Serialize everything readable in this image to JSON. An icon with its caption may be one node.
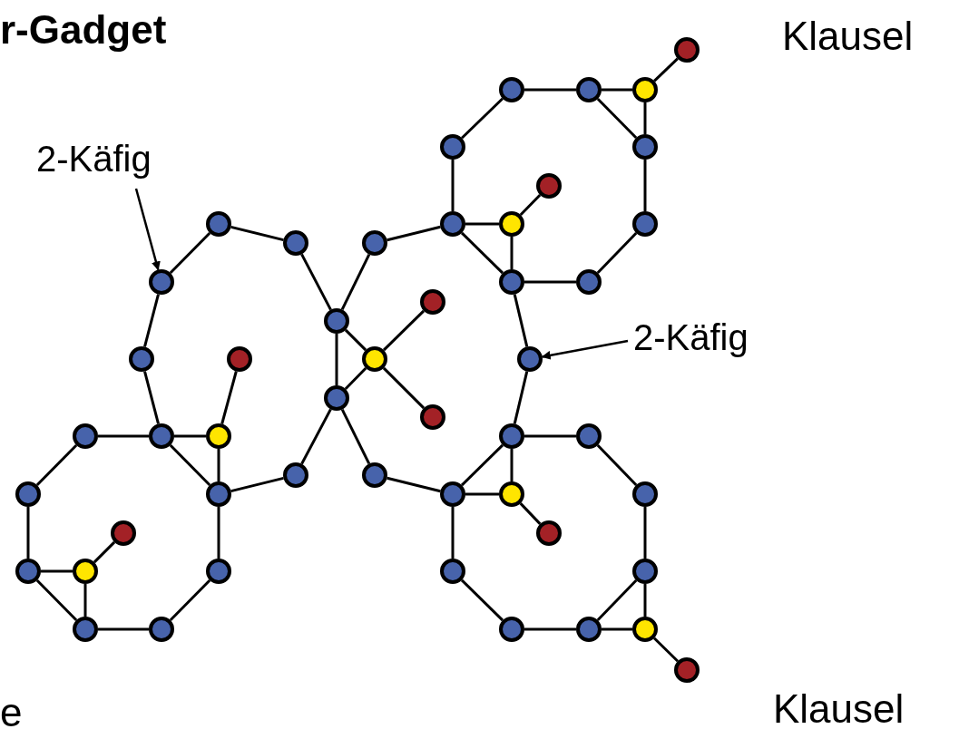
{
  "diagram": {
    "title": "r-Gadget",
    "nodes": [
      {
        "text": [
          "2-Käfig"
        ]
      },
      {
        "text": [
          "2-Käfig"
        ]
      },
      {
        "text": [],
        "shape": "circle"
      },
      {
        "text": [],
        "shape": "circle"
      },
      {
        "text": [],
        "shape": "circle"
      },
      {
        "text": [],
        "shape": "circle"
      },
      {
        "text": [],
        "shape": "circle"
      },
      {
        "text": [],
        "shape": "circle"
      },
      {
        "text": [],
        "shape": "circle"
      },
      {
        "text": [],
        "shape": "circle"
      },
      {
        "text": [],
        "shape": "circle"
      },
      {
        "text": [],
        "shape": "circle"
      },
      {
        "text": [],
        "shape": "circle"
      },
      {
        "text": [],
        "shape": "circle"
      },
      {
        "text": [],
        "shape": "circle"
      },
      {
        "text": [],
        "shape": "circle"
      },
      {
        "text": [],
        "shape": "circle"
      },
      {
        "text": [],
        "shape": "circle"
      },
      {
        "text": [],
        "shape": "circle"
      },
      {
        "text": [],
        "shape": "circle"
      },
      {
        "text": [],
        "shape": "circle"
      },
      {
        "text": [],
        "shape": "circle"
      },
      {
        "text": [],
        "shape": "circle"
      },
      {
        "text": [],
        "shape": "circle"
      },
      {
        "text": [],
        "shape": "circle"
      },
      {
        "text": [],
        "shape": "circle"
      },
      {
        "text": [],
        "shape": "circle"
      },
      {
        "text": [],
        "shape": "circle"
      },
      {
        "text": [],
        "shape": "circle"
      },
      {
        "text": [],
        "shape": "circle"
      },
      {
        "text": [],
        "shape": "circle"
      },
      {
        "text": [],
        "shape": "circle"
      },
      {
        "text": [],
        "shape": "circle"
      },
      {
        "text": [],
        "shape": "circle"
      },
      {
        "text": [],
        "shape": "circle"
      },
      {
        "text": [],
        "shape": "circle"
      },
      {
        "text": [],
        "shape": "circle"
      },
      {
        "text": [],
        "shape": "circle"
      },
      {
        "text": [],
        "shape": "circle"
      },
      {
        "text": [],
        "shape": "circle"
      },
      {
        "text": [],
        "shape": "circle"
      },
      {
        "text": [],
        "shape": "circle"
      },
      {
        "text": [],
        "shape": "circle"
      },
      {
        "text": [],
        "shape": "circle"
      },
      {
        "text": [],
        "shape": "circle"
      },
      {
        "text": [],
        "shape": "circle"
      },
      {
        "text": [],
        "shape": "circle"
      },
      {
        "text": [],
        "shape": "circle"
      },
      {
        "text": [],
        "shape": "circle"
      },
      {
        "text": [],
        "shape": "circle"
      },
      {
        "text": [],
        "shape": "circle"
      }
    ],
    "edges": [
      {
        "from": 3,
        "to": 4,
        "arrow": "none"
      },
      {
        "from": 4,
        "to": 5,
        "arrow": "none"
      },
      {
        "from": 5,
        "to": 2,
        "arrow": "none"
      },
      {
        "from": 4,
        "to": 7,
        "arrow": "none"
      },
      {
        "from": 5,
        "to": 7,
        "arrow": "none"
      },
      {
        "from": 3,
        "to": 6,
        "arrow": "none"
      },
      {
        "from": 6,
        "to": 10,
        "arrow": "none"
      },
      {
        "from": 7,
        "to": 12,
        "arrow": "none"
      },
      {
        "from": 12,
        "to": 17,
        "arrow": "none"
      },
      {
        "from": 17,
        "to": 16,
        "arrow": "none"
      },
      {
        "from": 16,
        "to": 10,
        "arrow": "none"
      },
      {
        "from": 10,
        "to": 11,
        "arrow": "none"
      },
      {
        "from": 11,
        "to": 8,
        "arrow": "none"
      },
      {
        "from": 11,
        "to": 16,
        "arrow": "none"
      },
      {
        "from": 9,
        "to": 13,
        "arrow": "none"
      },
      {
        "from": 13,
        "to": 19,
        "arrow": "none"
      },
      {
        "from": 9,
        "to": 15,
        "arrow": "none"
      },
      {
        "from": 15,
        "to": 20,
        "arrow": "none"
      },
      {
        "from": 20,
        "to": 27,
        "arrow": "none"
      },
      {
        "from": 27,
        "to": 34,
        "arrow": "none"
      },
      {
        "from": 34,
        "to": 31,
        "arrow": "none"
      },
      {
        "from": 31,
        "to": 24,
        "arrow": "none"
      },
      {
        "from": 19,
        "to": 24,
        "arrow": "none"
      },
      {
        "from": 19,
        "to": 14,
        "arrow": "none"
      },
      {
        "from": 14,
        "to": 10,
        "arrow": "none"
      },
      {
        "from": 16,
        "to": 23,
        "arrow": "none"
      },
      {
        "from": 23,
        "to": 29,
        "arrow": "none"
      },
      {
        "from": 29,
        "to": 35,
        "arrow": "none"
      },
      {
        "from": 35,
        "to": 32,
        "arrow": "none"
      },
      {
        "from": 32,
        "to": 24,
        "arrow": "none"
      },
      {
        "from": 19,
        "to": 22,
        "arrow": "none"
      },
      {
        "from": 24,
        "to": 22,
        "arrow": "none"
      },
      {
        "from": 22,
        "to": 18,
        "arrow": "none"
      },
      {
        "from": 22,
        "to": 25,
        "arrow": "none"
      },
      {
        "from": 27,
        "to": 28,
        "arrow": "none"
      },
      {
        "from": 28,
        "to": 34,
        "arrow": "none"
      },
      {
        "from": 28,
        "to": 21,
        "arrow": "none"
      },
      {
        "from": 26,
        "to": 27,
        "arrow": "none"
      },
      {
        "from": 26,
        "to": 33,
        "arrow": "none"
      },
      {
        "from": 33,
        "to": 40,
        "arrow": "none"
      },
      {
        "from": 40,
        "to": 45,
        "arrow": "none"
      },
      {
        "from": 45,
        "to": 46,
        "arrow": "none"
      },
      {
        "from": 46,
        "to": 42,
        "arrow": "none"
      },
      {
        "from": 42,
        "to": 34,
        "arrow": "none"
      },
      {
        "from": 40,
        "to": 41,
        "arrow": "none"
      },
      {
        "from": 41,
        "to": 45,
        "arrow": "none"
      },
      {
        "from": 41,
        "to": 38,
        "arrow": "none"
      },
      {
        "from": 29,
        "to": 30,
        "arrow": "none"
      },
      {
        "from": 30,
        "to": 37,
        "arrow": "none"
      },
      {
        "from": 37,
        "to": 44,
        "arrow": "none"
      },
      {
        "from": 44,
        "to": 49,
        "arrow": "none"
      },
      {
        "from": 44,
        "to": 48,
        "arrow": "none"
      },
      {
        "from": 49,
        "to": 48,
        "arrow": "none"
      },
      {
        "from": 48,
        "to": 47,
        "arrow": "none"
      },
      {
        "from": 47,
        "to": 43,
        "arrow": "none"
      },
      {
        "from": 43,
        "to": 35,
        "arrow": "none"
      },
      {
        "from": 29,
        "to": 36,
        "arrow": "none"
      },
      {
        "from": 35,
        "to": 36,
        "arrow": "none"
      },
      {
        "from": 36,
        "to": 39,
        "arrow": "none"
      },
      {
        "from": 49,
        "to": 50,
        "arrow": "none"
      },
      {
        "from": 0,
        "to": 15,
        "arrow": "to"
      },
      {
        "from": 1,
        "to": 23,
        "arrow": "to"
      }
    ],
    "labels": [
      "Klausel",
      "e",
      "Klausel"
    ]
  }
}
